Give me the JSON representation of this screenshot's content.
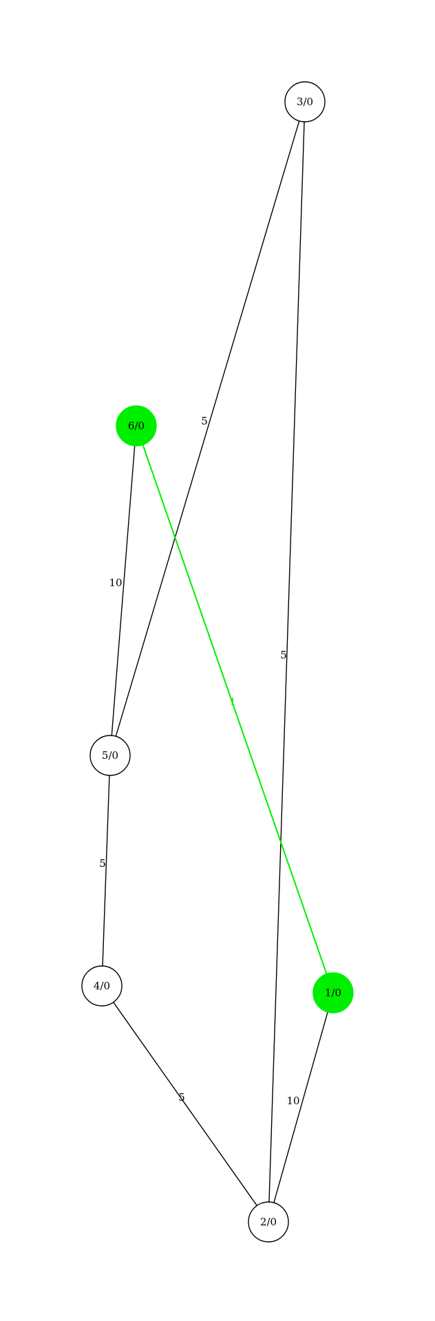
{
  "graph": {
    "colors": {
      "background": "#ffffff",
      "stroke": "#000000",
      "highlight": "#00ee00"
    },
    "nodes": [
      {
        "id": "3",
        "label": "3/0",
        "highlighted": false
      },
      {
        "id": "6",
        "label": "6/0",
        "highlighted": true
      },
      {
        "id": "5",
        "label": "5/0",
        "highlighted": false
      },
      {
        "id": "4",
        "label": "4/0",
        "highlighted": false
      },
      {
        "id": "1",
        "label": "1/0",
        "highlighted": true
      },
      {
        "id": "2",
        "label": "2/0",
        "highlighted": false
      }
    ],
    "edges": [
      {
        "from": "3",
        "to": "5",
        "label": "5",
        "highlighted": false
      },
      {
        "from": "3",
        "to": "2",
        "label": "5",
        "highlighted": false
      },
      {
        "from": "6",
        "to": "5",
        "label": "10",
        "highlighted": false
      },
      {
        "from": "6",
        "to": "1",
        "label": "1",
        "highlighted": true
      },
      {
        "from": "5",
        "to": "4",
        "label": "5",
        "highlighted": false
      },
      {
        "from": "4",
        "to": "2",
        "label": "5",
        "highlighted": false
      },
      {
        "from": "1",
        "to": "2",
        "label": "10",
        "highlighted": false
      }
    ]
  }
}
